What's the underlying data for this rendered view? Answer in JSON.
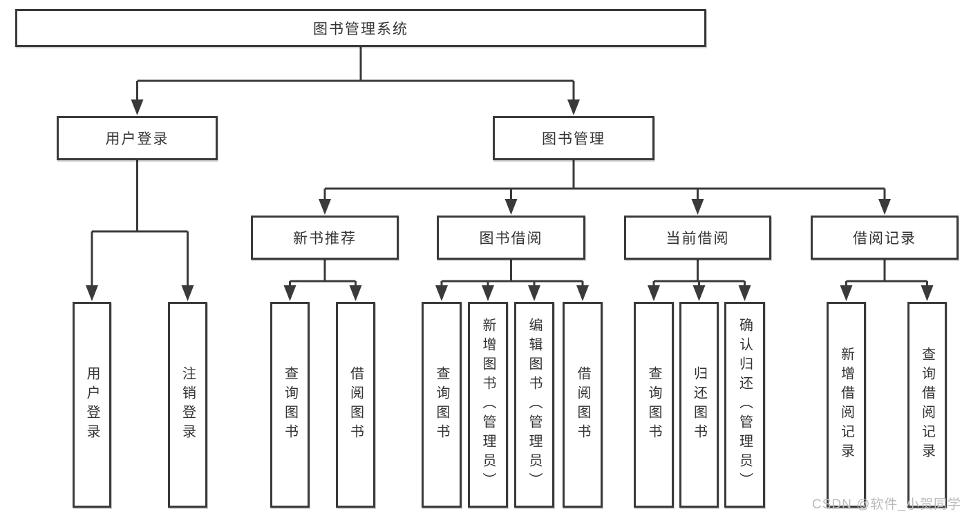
{
  "colors": {
    "line": "#3a3a3a",
    "text": "#333333",
    "box_background": "#ffffff",
    "page_background": "#ffffff",
    "watermark": "#bbbbbb"
  },
  "watermark": {
    "text": "CSDN @软件_小贺同学"
  },
  "tree": {
    "root": {
      "label": "图书管理系统"
    },
    "branches": [
      {
        "label": "用户登录",
        "leaves": [
          {
            "label": "用户登录"
          },
          {
            "label": "注销登录"
          }
        ]
      },
      {
        "label": "图书管理",
        "children": [
          {
            "label": "新书推荐",
            "leaves": [
              {
                "label": "查询图书"
              },
              {
                "label": "借阅图书"
              }
            ]
          },
          {
            "label": "图书借阅",
            "leaves": [
              {
                "label": "查询图书"
              },
              {
                "label": "新增图书（管理员）"
              },
              {
                "label": "编辑图书（管理员）"
              },
              {
                "label": "借阅图书"
              }
            ]
          },
          {
            "label": "当前借阅",
            "leaves": [
              {
                "label": "查询图书"
              },
              {
                "label": "归还图书"
              },
              {
                "label": "确认归还（管理员）"
              }
            ]
          },
          {
            "label": "借阅记录",
            "leaves": [
              {
                "label": "新增借阅记录"
              },
              {
                "label": "查询借阅记录"
              }
            ]
          }
        ]
      }
    ]
  }
}
